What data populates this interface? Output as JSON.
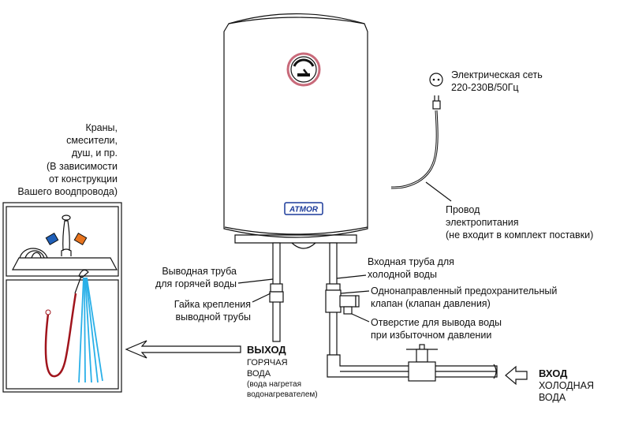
{
  "fixtures_label": [
    "Краны,",
    "смесители,",
    "душ, и пр.",
    "(В зависимости",
    "от конструкции",
    "Вашего воодпровода)"
  ],
  "power": {
    "line1": "Электрическая сеть",
    "line2": "220-230В/50Гц"
  },
  "cable": {
    "line1": "Провод",
    "line2": "электропитания",
    "line3": "(не входит в комплект поставки)"
  },
  "hot_pipe": {
    "line1": "Выводная труба",
    "line2": "для горячей воды"
  },
  "nut": {
    "line1": "Гайка крепления",
    "line2": "выводной трубы"
  },
  "cold_pipe": {
    "line1": "Входная труба для",
    "line2": "холодной воды"
  },
  "check_valve": {
    "line1": "Однонаправленный предохранительный",
    "line2": "клапан (клапан давления)"
  },
  "outlet_hole": {
    "line1": "Отверстие для вывода воды",
    "line2": "при избыточном давлении"
  },
  "output": {
    "title": "ВЫХОД",
    "line1": "ГОРЯЧАЯ",
    "line2": "ВОДА",
    "line3": "(вода нагретая",
    "line4": "водонагревателем)"
  },
  "input": {
    "title": "ВХОД",
    "line1": "ХОЛОДНАЯ",
    "line2": "ВОДА"
  },
  "brand": "ATMOR",
  "colors": {
    "brand": "#1b3a9a",
    "hot": "#e8741e",
    "cold": "#1f5fb8",
    "hose": "#a0141c",
    "spray": "#2ab0e8",
    "dial": "#c86a7a"
  }
}
